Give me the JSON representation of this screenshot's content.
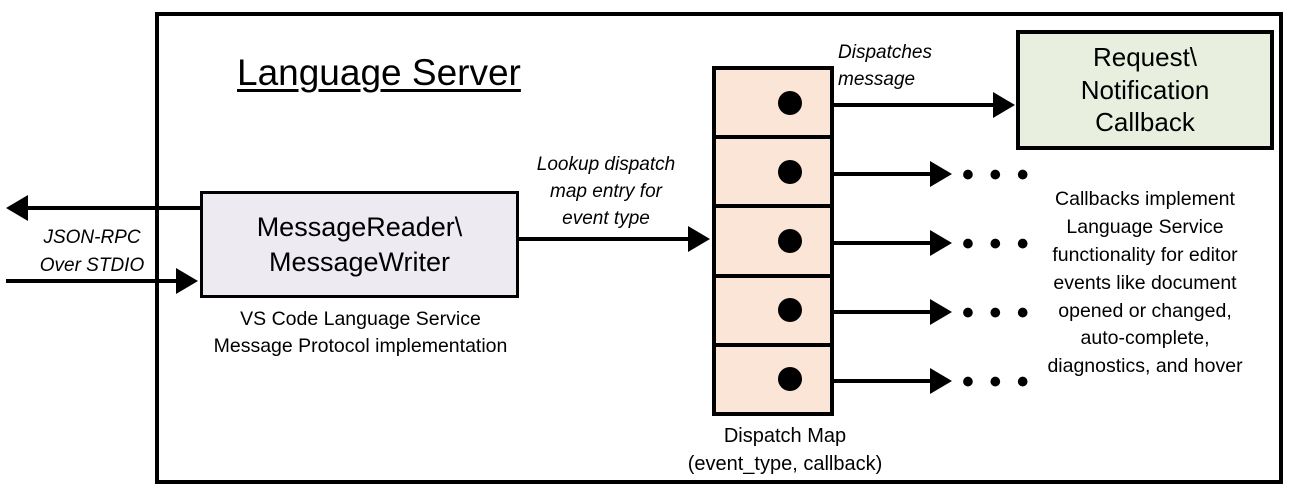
{
  "diagram": {
    "title": "Language Server",
    "frame_name": "language-server-boundary"
  },
  "external_io": {
    "label": "JSON-RPC\nOver STDIO",
    "label_line1": "JSON-RPC",
    "label_line2": "Over STDIO",
    "outbound_arrow": "arrow-left-out",
    "inbound_arrow": "arrow-right-in"
  },
  "reader_writer": {
    "title_line1": "MessageReader\\",
    "title_line2": "MessageWriter",
    "caption_line1": "VS Code Language Service",
    "caption_line2": "Message Protocol implementation",
    "fill": "#EDEAF2"
  },
  "lookup_annotation": {
    "line1": "Lookup dispatch",
    "line2": "map entry for",
    "line3": "event type"
  },
  "dispatch_map": {
    "caption_line1": "Dispatch Map",
    "caption_line2": "(event_type, callback)",
    "fill": "#FBE5D6",
    "row_count": 5,
    "rows": [
      {
        "index": 0,
        "dot": "callback-dot",
        "target": "request-notification-callback"
      },
      {
        "index": 1,
        "dot": "callback-dot",
        "target": "ellipsis"
      },
      {
        "index": 2,
        "dot": "callback-dot",
        "target": "ellipsis"
      },
      {
        "index": 3,
        "dot": "callback-dot",
        "target": "ellipsis"
      },
      {
        "index": 4,
        "dot": "callback-dot",
        "target": "ellipsis"
      }
    ],
    "ellipsis_glyph": "• • •"
  },
  "dispatches_annotation": {
    "line1": "Dispatches",
    "line2": "message"
  },
  "callback": {
    "title_line1": "Request\\",
    "title_line2": "Notification",
    "title_line3": "Callback",
    "fill": "#E8EFDF",
    "caption_line1": "Callbacks implement",
    "caption_line2": "Language Service",
    "caption_line3": "functionality for editor",
    "caption_line4": "events like document",
    "caption_line5": "opened or changed,",
    "caption_line6": "auto-complete,",
    "caption_line7": "diagnostics, and hover"
  },
  "colors": {
    "stroke": "#000000",
    "background": "#FFFFFF"
  }
}
